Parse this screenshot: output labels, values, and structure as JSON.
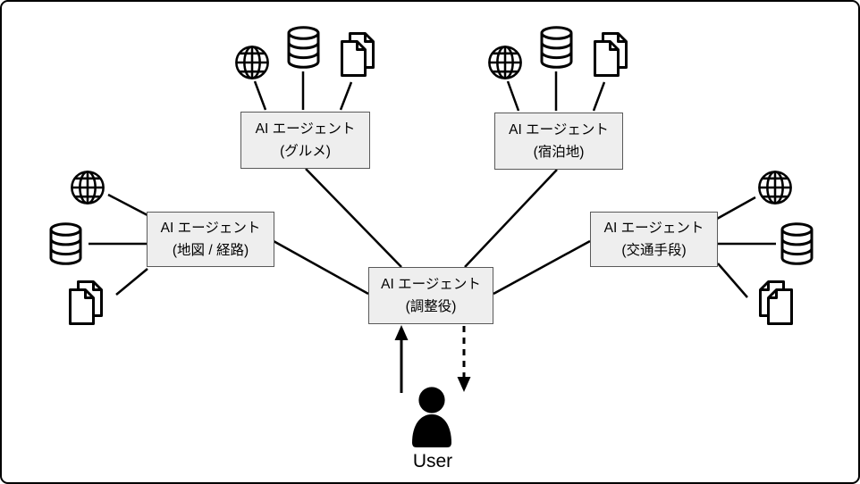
{
  "agents": {
    "gourmet": {
      "name": "AI エージェント",
      "role": "(グルメ)"
    },
    "lodging": {
      "name": "AI エージェント",
      "role": "(宿泊地)"
    },
    "map_route": {
      "name": "AI エージェント",
      "role": "(地図 / 経路)"
    },
    "transport": {
      "name": "AI エージェント",
      "role": "(交通手段)"
    },
    "coordinator": {
      "name": "AI エージェント",
      "role": "(調整役)"
    }
  },
  "user": {
    "label": "User"
  },
  "icons": {
    "globe": "globe-icon",
    "database": "database-icon",
    "documents": "documents-icon",
    "person": "person-icon",
    "solid_up_arrow": "user-to-coordinator-arrow",
    "dashed_down_arrow": "coordinator-to-user-arrow"
  },
  "colors": {
    "box_fill": "#eeeeee",
    "box_border": "#595959",
    "line": "#000000",
    "frame_border": "#000000",
    "background": "#ffffff"
  }
}
